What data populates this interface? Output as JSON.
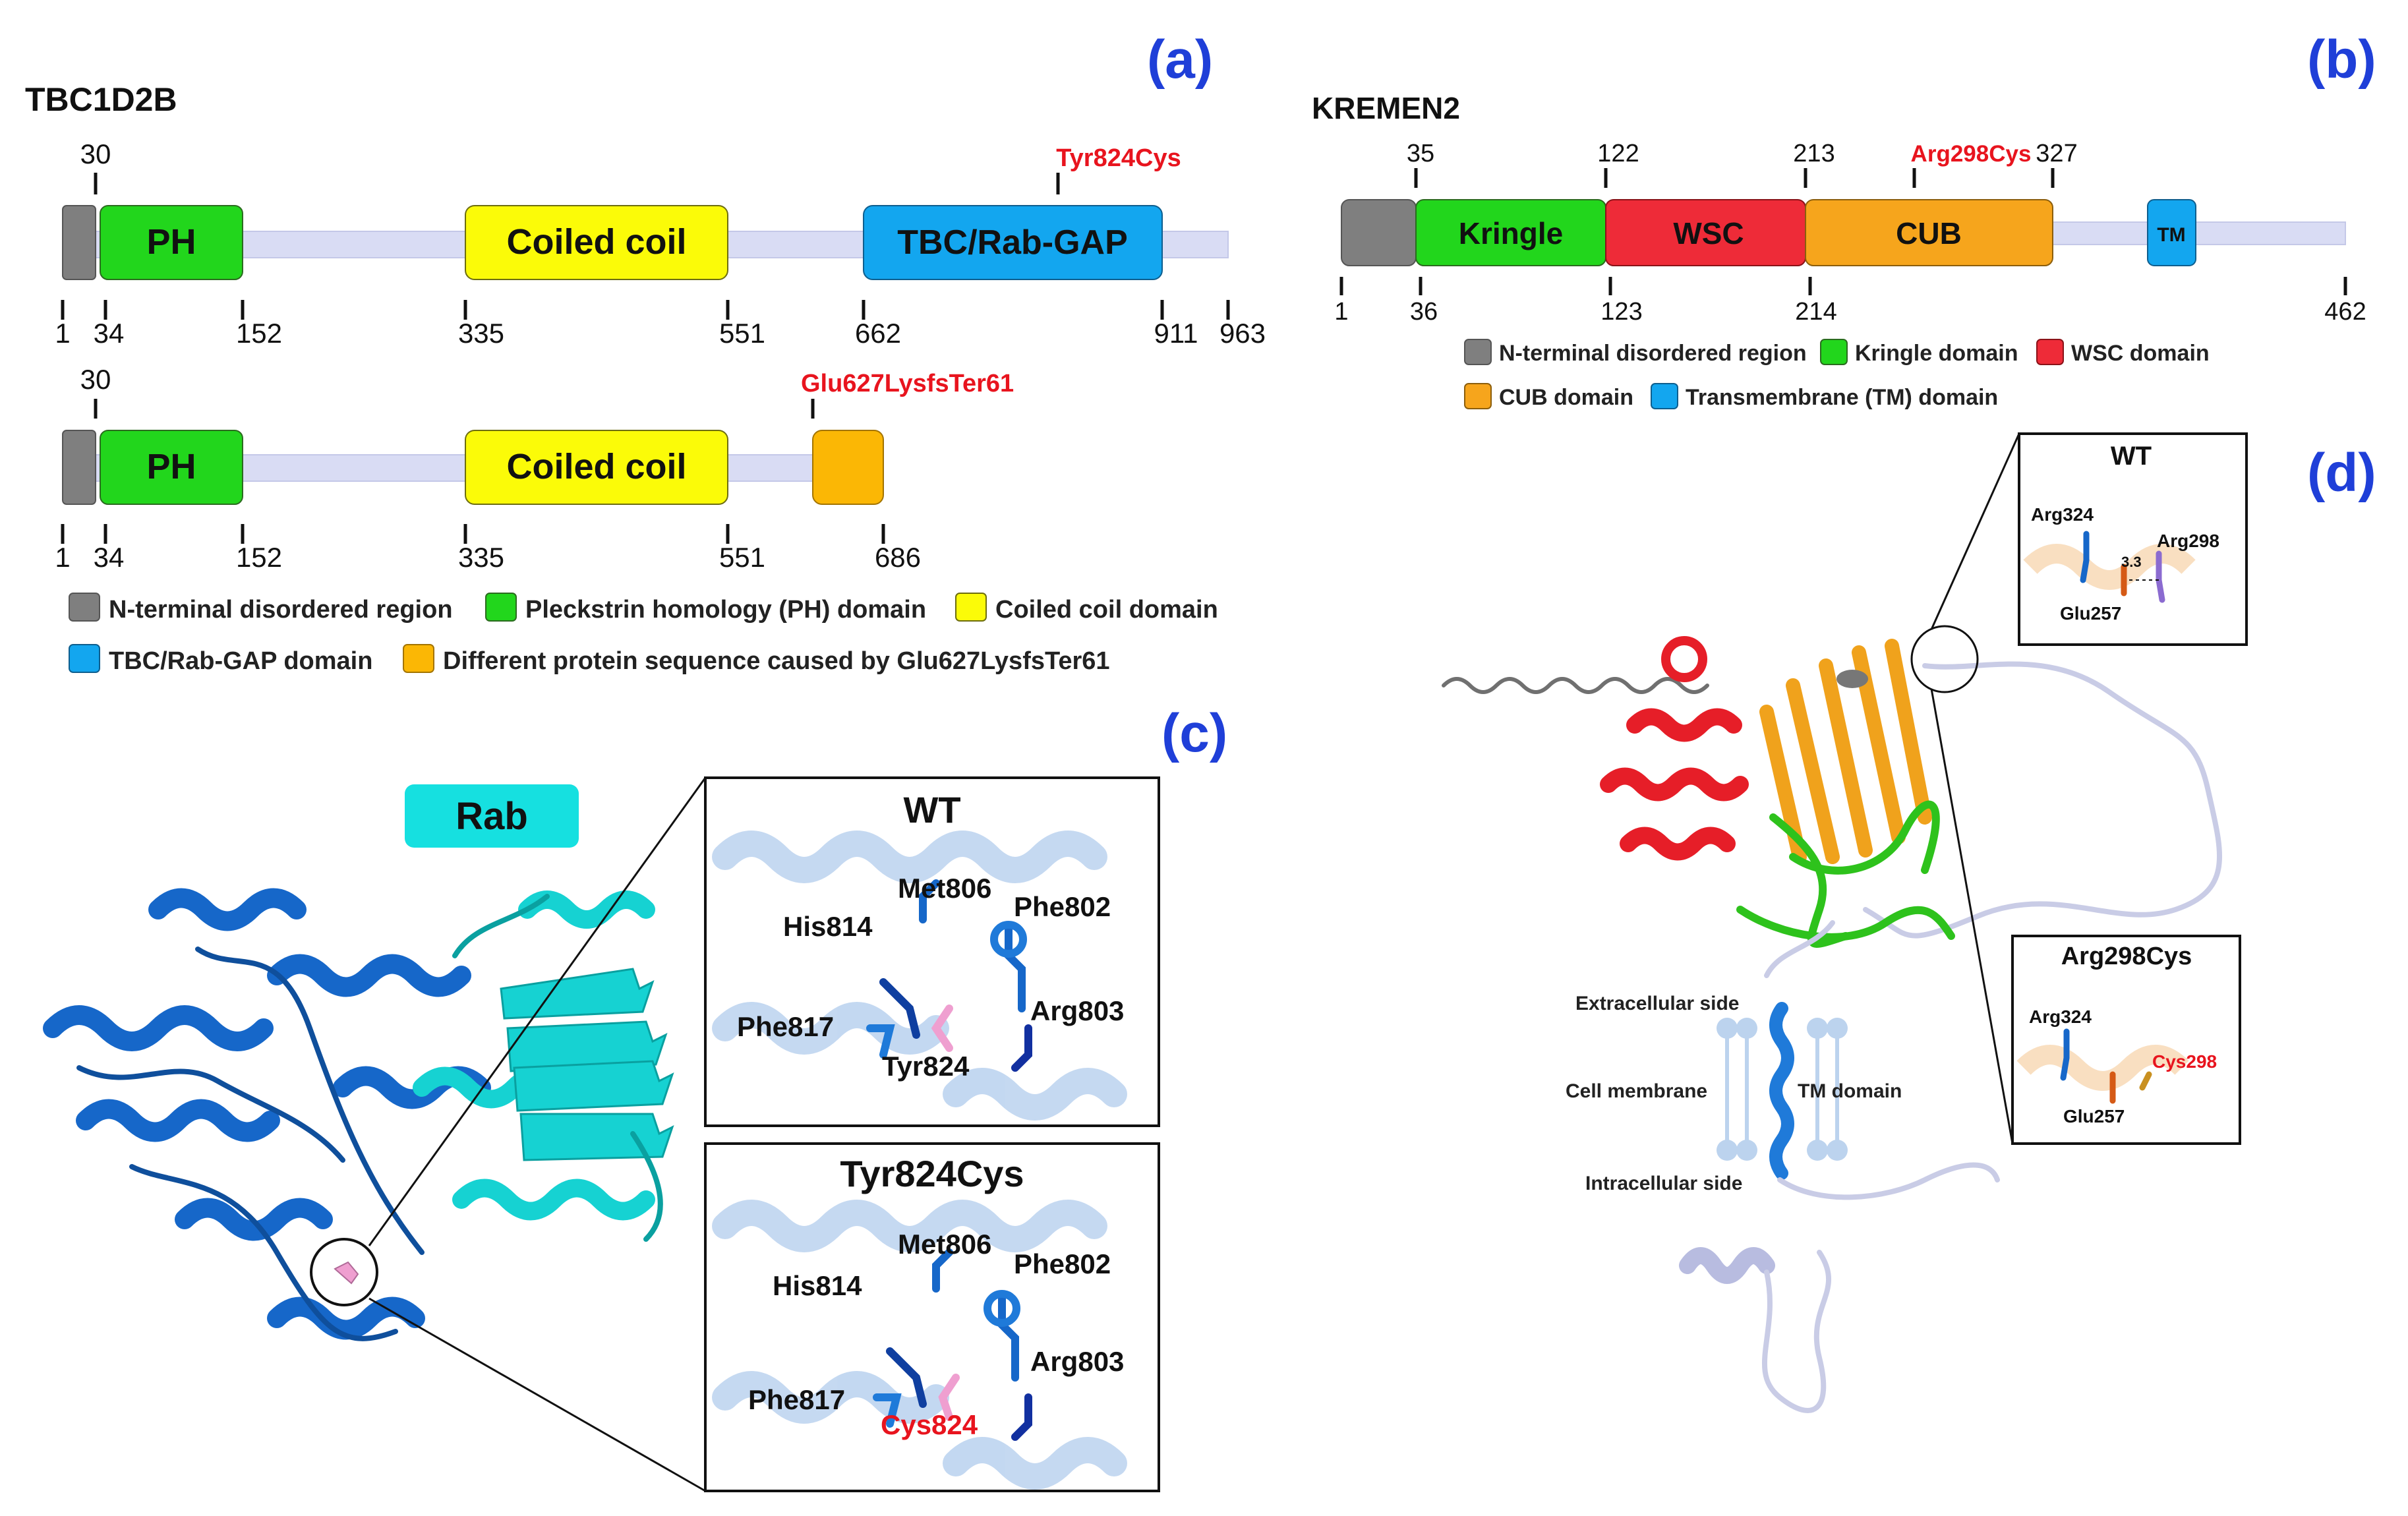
{
  "colors": {
    "panel_label": "#1f3fd8",
    "mutation_red": "#e8141e",
    "backbone": "#d9dcf4",
    "disordered": "#7f7f7f",
    "ph": "#22d61c",
    "coiled": "#fbfb08",
    "tbc": "#13a6ef",
    "frameshift": "#fbb705",
    "kringle": "#22d61c",
    "wsc": "#ee2b38",
    "cub": "#f6a51c",
    "tm": "#13a6ef",
    "protein_blue": "#1667c9",
    "protein_cyan": "#16d2d2",
    "protein_red": "#e61e28",
    "protein_orange": "#f0a21c",
    "protein_green": "#2ec21c",
    "protein_grey": "#9aa1c4",
    "residue_pink": "#ef9fd0"
  },
  "panel_a": {
    "label": "(a)",
    "protein": "TBC1D2B",
    "wt": {
      "domains": {
        "ph": "PH",
        "coiled": "Coiled coil",
        "tbc": "TBC/Rab-GAP"
      },
      "top_ticks": {
        "t30": "30",
        "mut": "Tyr824Cys"
      },
      "bottom_ticks": {
        "t1": "1",
        "t34": "34",
        "t152": "152",
        "t335": "335",
        "t551": "551",
        "t662": "662",
        "t911": "911",
        "t963": "963"
      }
    },
    "mut": {
      "domains": {
        "ph": "PH",
        "coiled": "Coiled coil"
      },
      "top_ticks": {
        "t30": "30",
        "mut": "Glu627LysfsTer61"
      },
      "bottom_ticks": {
        "t1": "1",
        "t34": "34",
        "t152": "152",
        "t335": "335",
        "t551": "551",
        "t686": "686"
      }
    },
    "legend": {
      "disordered": "N-terminal disordered region",
      "ph": "Pleckstrin homology (PH) domain",
      "coiled": "Coiled coil domain",
      "tbc": "TBC/Rab-GAP domain",
      "frameshift": "Different protein sequence caused by Glu627LysfsTer61"
    }
  },
  "panel_b": {
    "label": "(b)",
    "protein": "KREMEN2",
    "domains": {
      "kringle": "Kringle",
      "wsc": "WSC",
      "cub": "CUB",
      "tm": "TM"
    },
    "top_ticks": {
      "t35": "35",
      "t122": "122",
      "t213": "213",
      "mut": "Arg298Cys",
      "t327": "327"
    },
    "bottom_ticks": {
      "t1": "1",
      "t36": "36",
      "t123": "123",
      "t214": "214",
      "t462": "462"
    },
    "legend": {
      "disordered": "N-terminal disordered region",
      "kringle": "Kringle domain",
      "wsc": "WSC domain",
      "cub": "CUB domain",
      "tm": "Transmembrane (TM) domain"
    }
  },
  "panel_c": {
    "label": "(c)",
    "rab": "Rab",
    "wt": {
      "title": "WT",
      "residues": {
        "met806": "Met806",
        "phe802": "Phe802",
        "his814": "His814",
        "arg803": "Arg803",
        "phe817": "Phe817",
        "tyr824": "Tyr824"
      }
    },
    "mut": {
      "title": "Tyr824Cys",
      "residues": {
        "met806": "Met806",
        "phe802": "Phe802",
        "his814": "His814",
        "arg803": "Arg803",
        "phe817": "Phe817",
        "cys824": "Cys824"
      }
    }
  },
  "panel_d": {
    "label": "(d)",
    "wt": {
      "title": "WT",
      "residues": {
        "arg324": "Arg324",
        "arg298": "Arg298",
        "glu257": "Glu257"
      },
      "distance": "3.3"
    },
    "mut": {
      "title": "Arg298Cys",
      "residues": {
        "arg324": "Arg324",
        "cys298": "Cys298",
        "glu257": "Glu257"
      }
    },
    "membrane": {
      "extracellular": "Extracellular side",
      "membrane": "Cell membrane",
      "intracellular": "Intracellular side",
      "tm": "TM domain"
    }
  }
}
